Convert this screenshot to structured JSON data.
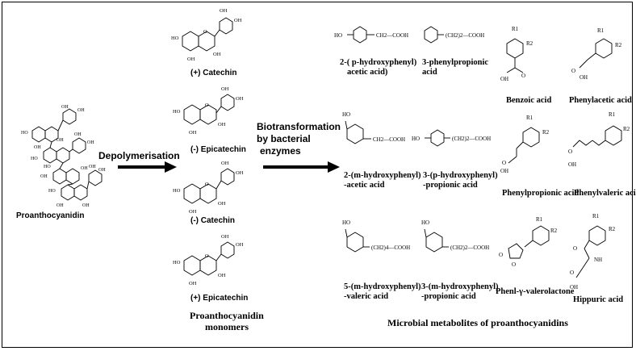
{
  "labels": {
    "proanthocyanidin": "Proanthocyanidin",
    "depolymerisation": "Depolymerisation",
    "catechin_plus": "(+)  Catechin",
    "epicatechin_minus": "(-) Epicatechin",
    "catechin_minus": "(-) Catechin",
    "epicatechin_plus": "(+) Epicatechin",
    "monomers_line1": "Proanthocyanidin",
    "monomers_line2": "monomers",
    "biotrans_line1": "Biotransformation",
    "biotrans_line2": " by bacterial",
    "biotrans_line3": "enzymes",
    "footer_metabolites": "Microbial metabolites of proanthocyanidins"
  },
  "metabolites": {
    "m1_l1": "2-( p-hydroxyphenyl)",
    "m1_l2": "acetic acid)",
    "m2_l1": "3-phenylpropionic",
    "m2_l2": "acid",
    "m3": "Benzoic acid",
    "m4": "Phenylacetic acid",
    "m5_l1": "2-(m-hydroxyphenyl)",
    "m5_l2": "-acetic acid",
    "m6_l1": "3-(p-hydroxyphenyl)",
    "m6_l2": "-propionic acid",
    "m7": "Phenylpropionic acid",
    "m8": "Phenylvaleric acid",
    "m9_l1": "5-(m-hydroxyphenyl)",
    "m9_l2": "-valeric acid",
    "m10_l1": "3-(m-hydroxyphenyl)",
    "m10_l2": "-propionic acid",
    "m11": "Phenl-γ-valerolactone",
    "m12": "Hippuric acid"
  },
  "formula_text": {
    "ho": "HO",
    "oh": "OH",
    "ch2cooh": "CH2—COOH",
    "ch2_2cooh": "(CH2)2—COOH",
    "ch2_4cooh": "(CH2)4—COOH",
    "r1": "R1",
    "r2": "R2",
    "o": "O",
    "nh": "NH"
  }
}
